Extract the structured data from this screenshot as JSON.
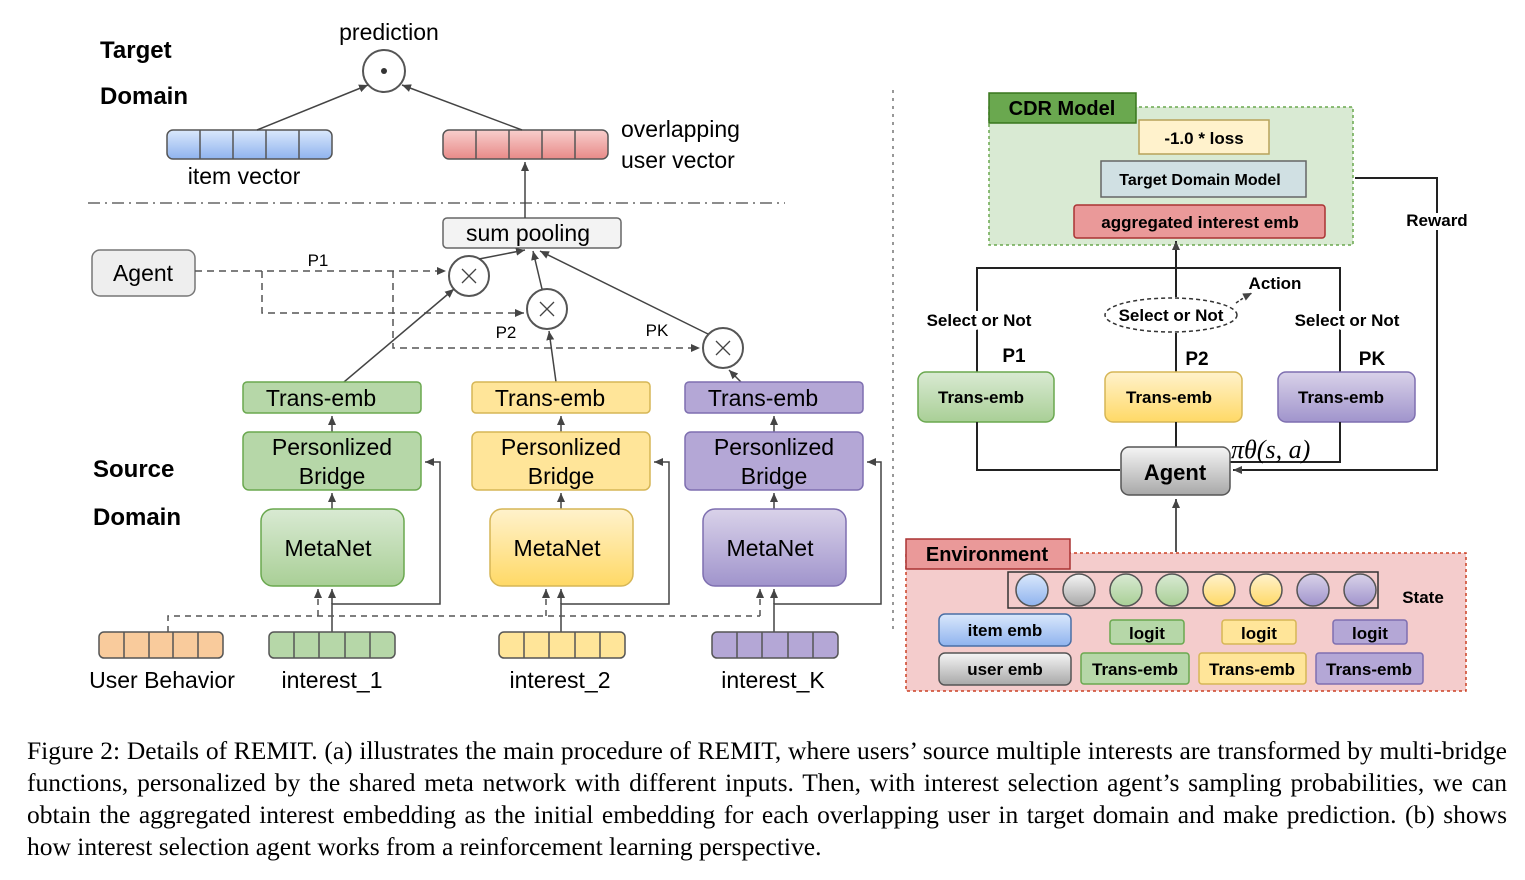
{
  "left": {
    "target_domain": [
      "Target",
      "Domain"
    ],
    "prediction": "prediction",
    "item_vector": "item vector",
    "overlapping_user_vector": [
      "overlapping",
      "user vector"
    ],
    "sum_pooling": "sum pooling",
    "agent": "Agent",
    "paths": [
      "P1",
      "P2",
      "PK"
    ],
    "source_domain": [
      "Source",
      "Domain"
    ],
    "trans_emb": "Trans-emb",
    "bridge": [
      "Personlized",
      "Bridge"
    ],
    "metanet": "MetaNet",
    "user_behavior": "User Behavior",
    "interests": [
      "interest_1",
      "interest_2",
      "interest_K"
    ]
  },
  "right": {
    "cdr_model": "CDR Model",
    "loss": "-1.0 * loss",
    "target_domain_model": "Target Domain Model",
    "aggregated": "aggregated interest emb",
    "reward": "Reward",
    "action": "Action",
    "select_or_not": "Select or Not",
    "paths": [
      "P1",
      "P2",
      "PK"
    ],
    "trans_emb": "Trans-emb",
    "agent": "Agent",
    "policy": "πθ(s, a)",
    "environment": "Environment",
    "state": "State",
    "item_emb": "item emb",
    "user_emb": "user emb",
    "logit": "logit",
    "trans_emb_small": "Trans-emb"
  },
  "colors": {
    "green_fill": "#b6d7a8",
    "green_stroke": "#6aa84f",
    "yellow_fill": "#ffe599",
    "yellow_stroke": "#d6b656",
    "purple_fill": "#b4a7d6",
    "purple_stroke": "#7e6fb0",
    "red_fill": "#ea9999",
    "red_stroke": "#cc4125",
    "blue_fill": "#a4c2f4",
    "blue_stroke": "#4a6fa5",
    "orange_fill": "#f9cb9c",
    "orange_stroke": "#cc7a33",
    "cdr_bg": "#d9ead3",
    "cdr_label": "#6aa84f",
    "env_bg": "#f4cccc",
    "env_label": "#ea9999"
  },
  "caption": "Figure 2: Details of REMIT. (a) illustrates the main procedure of REMIT, where users’ source multiple interests are transformed by multi-bridge functions, personalized by the shared meta network with different inputs. Then, with interest selection agent’s sampling probabilities, we can obtain the aggregated interest embedding as the initial embedding for each overlapping user in target domain and make prediction. (b) shows how interest selection agent works from a reinforcement learning perspective."
}
